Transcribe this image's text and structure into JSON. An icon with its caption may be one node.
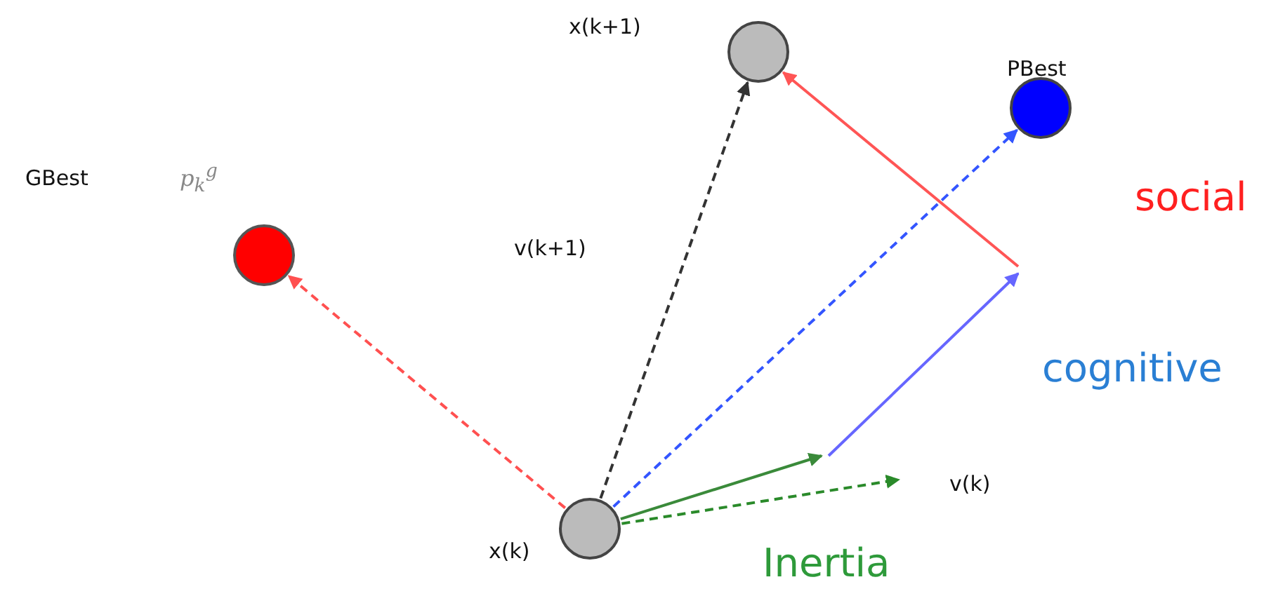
{
  "diagram": {
    "nodes": [
      {
        "text": [],
        "shape": "circle",
        "beside": [
          "p$_{k}$$^{g}$"
        ]
      },
      {
        "text": [],
        "shape": "circle"
      },
      {
        "text": [],
        "shape": "circle",
        "beside": [
          "PBest"
        ]
      },
      {
        "text": [],
        "shape": "circle",
        "beside": [
          "x(k)"
        ]
      }
    ],
    "edges": [
      {
        "from": 3,
        "to": 0,
        "arrow": "to",
        "style": "dashed",
        "color": "#ff5050"
      },
      {
        "from": 3,
        "to": 1,
        "arrow": "to",
        "style": "dashed",
        "color": "#333333"
      },
      {
        "from": 3,
        "to": 2,
        "arrow": "to",
        "style": "dashed",
        "color": "#3355ff"
      },
      {
        "from": 3,
        "to": null,
        "arrow": "to",
        "style": "dashed",
        "color": "#2a8a2a"
      },
      {
        "from": 3,
        "to": null,
        "arrow": "to",
        "color": "#3a8a3a"
      },
      {
        "from": null,
        "to": 1,
        "arrow": "to",
        "color": "#ff5555"
      }
    ],
    "labels": [
      "x(k+1)",
      "GBest",
      "social",
      "v(k+1)",
      "cognitive",
      "v(k)",
      "Inertia"
    ]
  }
}
